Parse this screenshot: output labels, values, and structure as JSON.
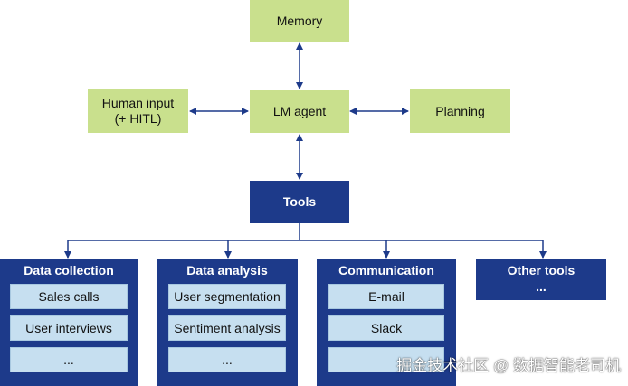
{
  "nodes": {
    "memory": "Memory",
    "human_input_line1": "Human input",
    "human_input_line2": "(+ HITL)",
    "lm_agent": "LM agent",
    "planning": "Planning",
    "tools": "Tools"
  },
  "groups": [
    {
      "title": "Data collection",
      "items": [
        "Sales calls",
        "User interviews",
        "..."
      ]
    },
    {
      "title": "Data analysis",
      "items": [
        "User segmentation",
        "Sentiment analysis",
        "..."
      ]
    },
    {
      "title": "Communication",
      "items": [
        "E-mail",
        "Slack",
        ""
      ]
    },
    {
      "title": "Other tools",
      "items": [
        "..."
      ]
    }
  ],
  "watermark": "掘金技术社区 @ 数据智能老司机",
  "colors": {
    "green_node": "#c9e08d",
    "navy_node": "#1d3a8a",
    "tool_item": "#c6dff0",
    "connector": "#1d3a8a"
  }
}
